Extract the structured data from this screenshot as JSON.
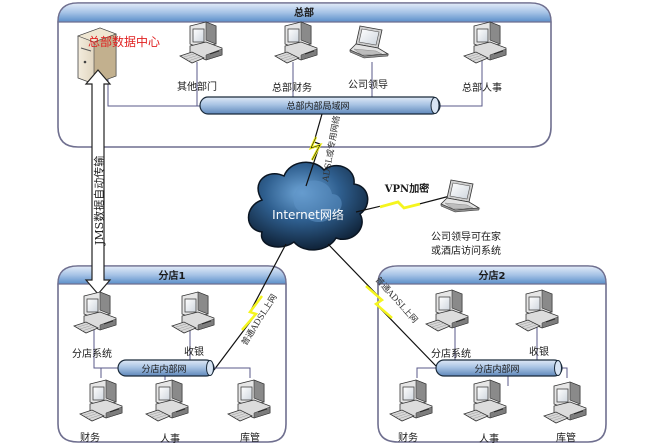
{
  "colors": {
    "frame_border": "#6f6f8f",
    "header_fill_top": "#dbe6f5",
    "header_fill_bottom": "#5b8fc9",
    "pipe_fill": "#a9c4e4",
    "wire": "#5a5a8a",
    "lightning": "#f5f51e",
    "cloud_dark": "#0e2238",
    "cloud_light": "#4c86bf",
    "datacenter_label": "#e02020"
  },
  "hq": {
    "title": "总部",
    "datacenter_label": "总部数据中心",
    "lan_label": "总部内部局域网",
    "nodes": [
      {
        "label": "其他部门",
        "icon": "desktop-computer-icon"
      },
      {
        "label": "总部财务",
        "icon": "desktop-computer-icon"
      },
      {
        "label": "公司领导",
        "icon": "laptop-icon"
      },
      {
        "label": "总部人事",
        "icon": "desktop-computer-icon"
      }
    ]
  },
  "links": {
    "hq_uplink": "ADSL或专用网络",
    "vpn": "VPN加密",
    "jms": "JMS数据自动传输",
    "branch1_uplink": "普通ADSL上网",
    "branch2_uplink": "普通ADSL上网"
  },
  "internet": {
    "label": "Internet网络"
  },
  "remote": {
    "label_line1": "公司领导可在家",
    "label_line2": "或酒店访问系统"
  },
  "branches": [
    {
      "title": "分店1",
      "lan_label": "分店内部网",
      "nodes": [
        "分店系统",
        "收银",
        "财务",
        "人事",
        "库管"
      ]
    },
    {
      "title": "分店2",
      "lan_label": "分店内部网",
      "nodes": [
        "分店系统",
        "收银",
        "财务",
        "人事",
        "库管"
      ]
    }
  ]
}
